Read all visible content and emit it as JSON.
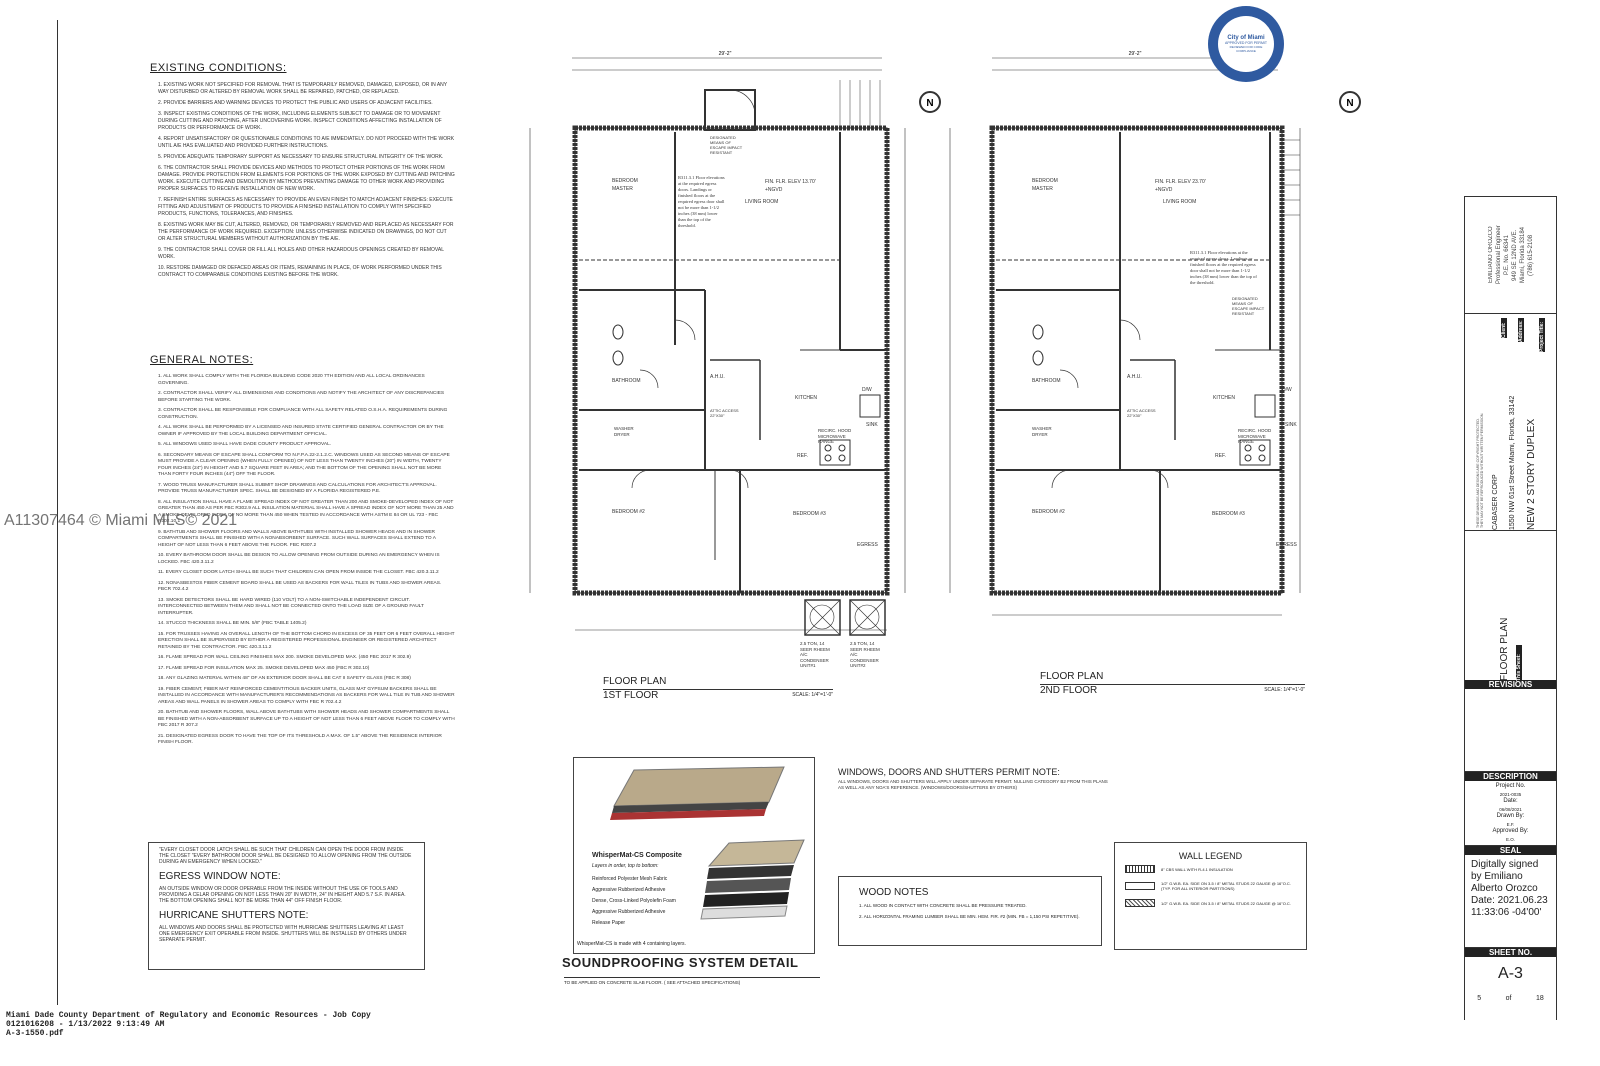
{
  "watermark": "A11307464 © Miami MLS© 2021",
  "existing_conditions": {
    "title": "EXISTING CONDITIONS:",
    "items": [
      "1. EXISTING WORK NOT SPECIFIED FOR REMOVAL THAT IS TEMPORARILY REMOVED, DAMAGED, EXPOSED, OR IN ANY WAY DISTURBED OR ALTERED BY REMOVAL WORK SHALL BE REPAIRED, PATCHED, OR REPLACED.",
      "2. PROVIDE BARRIERS AND WARNING DEVICES TO PROTECT THE PUBLIC AND USERS OF ADJACENT FACILITIES.",
      "3. INSPECT EXISTING CONDITIONS OF THE WORK, INCLUDING ELEMENTS SUBJECT TO DAMAGE OR TO MOVEMENT DURING CUTTING AND PATCHING, AFTER UNCOVERING WORK. INSPECT CONDITIONS AFFECTING INSTALLATION OF PRODUCTS OR PERFORMANCE OF WORK.",
      "4. REPORT UNSATISFACTORY OR QUESTIONABLE CONDITIONS TO A/E IMMEDIATELY. DO NOT PROCEED WITH THE WORK UNTIL A/E HAS EVALUATED AND PROVIDED FURTHER INSTRUCTIONS.",
      "5. PROVIDE ADEQUATE TEMPORARY SUPPORT AS NECESSARY TO ENSURE STRUCTURAL INTEGRITY OF THE WORK.",
      "6. THE CONTRACTOR SHALL PROVIDE DEVICES AND METHODS TO PROTECT OTHER PORTIONS OF THE WORK FROM DAMAGE. PROVIDE PROTECTION FROM ELEMENTS FOR PORTIONS OF THE WORK EXPOSED BY CUTTING AND PATCHING WORK. EXECUTE CUTTING AND DEMOLITION BY METHODS PREVENTING DAMAGE TO OTHER WORK AND PROVIDING PROPER SURFACES TO RECEIVE INSTALLATION OF NEW WORK.",
      "7. REFINISH ENTIRE SURFACES AS NECESSARY TO PROVIDE AN EVEN FINISH TO MATCH ADJACENT FINISHES: EXECUTE FITTING AND ADJUSTMENT OF PRODUCTS TO PROVIDE A FINISHED INSTALLATION TO COMPLY WITH SPECIFIED PRODUCTS, FUNCTIONS, TOLERANCES, AND FINISHES.",
      "8. EXISTING WORK MAY BE CUT, ALTERED, REMOVED, OR TEMPORARILY REMOVED AND REPLACED AS NECESSARY FOR THE PERFORMANCE OF WORK REQUIRED. EXCEPTION: UNLESS OTHERWISE INDICATED ON DRAWINGS, DO NOT CUT OR ALTER STRUCTURAL MEMBERS WITHOUT AUTHORIZATION BY THE A/E.",
      "9. THE CONTRACTOR SHALL COVER OR FILL ALL HOLES AND OTHER HAZARDOUS OPENINGS CREATED BY REMOVAL WORK.",
      "10. RESTORE DAMAGED OR DEFACED AREAS OR ITEMS, REMAINING IN PLACE, OF WORK PERFORMED UNDER THIS CONTRACT TO COMPARABLE CONDITIONS EXISTING BEFORE THE WORK."
    ]
  },
  "general_notes": {
    "title": "GENERAL NOTES:",
    "items": [
      "1. ALL WORK SHALL COMPLY WITH THE FLORIDA BUILDING CODE 2020 7TH EDITION AND ALL LOCAL ORDINANCES GOVERNING.",
      "2. CONTRACTOR SHALL VERIFY ALL DIMENSIONS AND CONDITIONS AND NOTIFY THE ARCHITECT OF ANY DISCREPANCIES BEFORE STARTING THE WORK.",
      "3. CONTRACTOR SHALL BE RESPONSIBLE FOR COMPLIANCE WITH ALL SAFETY RELATED O.S.H.A. REQUIREMENTS DURING CONSTRUCTION.",
      "4. ALL WORK SHALL BE PERFORMED BY A LICENSED AND INSURED STATE CERTIFIED GENERAL CONTRACTOR OR BY THE OWNER IF APPROVED BY THE LOCAL BUILDING DEPARTMENT OFFICIAL.",
      "5. ALL WINDOWS USED SHALL HAVE DADE COUNTY PRODUCT APPROVAL.",
      "6. SECONDARY MEANS OF ESCAPE SHALL CONFORM TO N.F.P.A.22-2.1.2.C. WINDOWS USED AS SECOND MEANS OF ESCAPE MUST PROVIDE A CLEAR OPENING (WHEN FULLY OPENED) OF NOT LESS THAN TWENTY INCHES (20\") IN WIDTH, TWENTY FOUR INCHES (24\") IN HEIGHT AND 5.7 SQUARE FEET IN AREA; AND THE BOTTOM OF THE OPENING SHALL NOT BE MORE THAN FORTY FOUR INCHES (44\") OFF THE FLOOR.",
      "7. WOOD TRUSS MANUFACTURER SHALL SUBMIT SHOP DRAWINGS AND CALCULATIONS FOR ARCHITECT'S APPROVAL. PROVIDE TRUSS MANUFACTURER SPEC. SHALL BE DESIGNED BY A FLORIDA REGISTERED P.E.",
      "8. ALL INSULATION SHALL HAVE A FLAME SPREAD INDEX OF NOT GREATER THAN 200 AND SMOKE-DEVELOPED INDEX OF NOT GREATER THAN 450 AS PER FBC R302.9 ALL INSULATION MATERIAL SHALL HAVE A SPREAD INDEX OF NOT MORE THAN 25 AND A SMOKE-DEVELOPED INDEX OF NO MORE THAN 450 WHEN TESTED IN ACCORDANCE WITH ASTM E 84 OR UL 723 - FBC R302.10.1",
      "9. BATHTUB AND SHOWER FLOORS AND WALLS ABOVE BATHTUBS WITH INSTALLED SHOWER HEADS AND IN SHOWER COMPARTMENTS SHALL BE FINISHED WITH A NONABSORBENT SURFACE. SUCH WALL SURFACES SHALL EXTEND TO A HEIGHT OF NOT LESS THAN 6 FEET ABOVE THE FLOOR. FBC R307.2",
      "10. EVERY BATHROOM DOOR SHALL BE DESIGN TO ALLOW OPENING FROM OUTSIDE DURING AN EMERGENCY WHEN IS LOCKED. FBC 420.3.11.2",
      "11. EVERY CLOSET DOOR LATCH SHALL BE SUCH THAT CHILDREN CAN OPEN FROM INSIDE THE CLOSET. FBC 420.3.11.2",
      "12. NONASBESTOS FIBER CEMENT BOARD SHALL BE USED AS BACKERS FOR WALL TILES IN TUBS AND SHOWER AREAS. FBCR 702.4.2",
      "13. SMOKE DETECTORS SHALL BE HARD WIRED (110 VOLT) TO A NON-SWITCHABLE INDEPENDENT CIRCUIT. INTERCONNECTED BETWEEN THEM AND SHALL NOT BE CONNECTED ONTO THE LOAD SIZE OF A GROUND FAULT INTERRUPTER.",
      "14. STUCCO THICKNESS SHALL BE MIN. 5/8\" (FBC TABLE 1405.2)",
      "15. FOR TRUSSES HAVING AN OVERALL LENGTH OF THE BOTTOM CHORD IN EXCESS OF 35 FEET OR 6 FEET OVERALL HEIGHT ERECTION SHALL BE SUPERVISED BY EITHER A REGISTERED PROFESSIONAL ENGINEER OR REGISTERED ARCHITECT RETAINED BY THE CONTRACTOR. FBC 420.3.11.2",
      "16. FLAME SPREAD FOR WALL CEILING FINISHES MAX 200. SMOKE DEVELOPED MAX. (450 FBC 2017 R 302.9)",
      "17. FLAME SPREAD FOR INSULATION MAX 25. SMOKE DEVELOPED MAX 450 (FBC R 302.10)",
      "18. ANY GLAZING MATERIAL WITHIN 48\" OF AN EXTERIOR DOOR SHALL BE CAT II SAFETY GLASS (FBC R 308)",
      "19. FIBER CEMENT, FIBER MAT REINFORCED CEMENTITIOUS BACKER UNITS, GLASS MAT GYPSUM BACKERS SHALL BE INSTALLED IN ACCORDANCE WITH MANUFACTURER'S RECOMMENDATIONS AS BACKERS FOR WALL TILE IN TUB AND SHOWER AREAS AND WALL PANELS IN SHOWER AREAS TO COMPLY WITH FBC R 702.4.2",
      "20. BATHTUB AND SHOWER FLOORS, WALL ABOVE BATHTUBS WITH SHOWER HEADS AND SHOWER COMPARTMENTS SHALL BE FINISHED WITH A NON-ABSORBENT SURFACE UP TO A HEIGHT OF NOT LESS THAN 6 FEET ABOVE FLOOR TO COMPLY WITH FBC 2017 R 307.2",
      "21. DESIGNATED EGRESS DOOR TO HAVE THE TOP OF ITS THRESHOLD A MAX. OF 1.5\" ABOVE THE RESIDENCE INTERIOR FINISH FLOOR."
    ]
  },
  "egress_box": {
    "closet_note": "\"EVERY CLOSET DOOR LATCH SHALL BE SUCH THAT CHILDREN CAN OPEN THE DOOR FROM INSIDE THE CLOSET \"EVERY BATHROOM DOOR SHALL BE DESIGNED TO ALLOW OPENING FROM THE OUTSIDE DURING AN EMERGENCY WHEN LOCKED.\"",
    "egress_title": "EGRESS WINDOW NOTE:",
    "egress_text": "AN OUTSIDE WINDOW OR DOOR OPERABLE FROM THE INSIDE WITHOUT THE USE OF TOOLS AND PROVIDING A CELAR OPENING ON NOT LESS THAN 20\" IN WIDTH, 24\" IN HEIGHT AND 5.7 S.F. IN AREA. THE BOTTOM OPENING SHALL NOT BE MORE THAN 44\" OFF FINISH FLOOR.",
    "hurricane_title": "HURRICANE SHUTTERS NOTE:",
    "hurricane_text": "ALL WINDOWS AND DOORS SHALL BE PROTECTED WITH HURRICANE SHUTTERS LEAVING AT LEAST ONE EMERGENCY EXIT OPERABLE FROM INSIDE. SHUTTERS WILL BE INSTALLED BY OTHERS UNDER SEPARATE PERMIT."
  },
  "plans": {
    "first": {
      "title_1": "FLOOR PLAN",
      "title_2": "1ST FLOOR",
      "scale": "SCALE: 1/4\"=1'-0\"",
      "overall_width": "29'-2\"",
      "rooms": {
        "bedroom_master": "BEDROOM MASTER",
        "living": "LIVING ROOM",
        "bathroom": "BATHROOM",
        "kitchen": "KITCHEN",
        "washer": "WASHER DRYER",
        "bedroom2": "BEDROOM #2",
        "bedroom3": "BEDROOM #3",
        "egress": "EGRESS",
        "ahu": "A.H.U.",
        "ref": "REF.",
        "sink": "SINK",
        "dw": "D/W",
        "hood": "RECIRC. HOOD MICROWAVE RANGE",
        "attic": "ATTIC ACCESS 22\"X30\"",
        "designated": "DESIGNATED MEANS OF ESCAPE IMPACT RESISTANT",
        "fin_flr": "FIN. FLR. ELEV 13.70' +NGVD"
      },
      "r311_note": "R311.3.1 Floor elevations at the required egress doors. Landings or finished floors at the required egress door shall not be more than 1-1/2 inches (38 mm) lower than the top of the threshold.",
      "condenser_1": "2.5 TON, 14 SEER RHEEM A/C CONDENSER UNIT#1",
      "condenser_2": "2.5 TON, 14 SEER RHEEM A/C CONDENSER UNIT#2"
    },
    "second": {
      "title_1": "FLOOR PLAN",
      "title_2": "2ND FLOOR",
      "scale": "SCALE: 1/4\"=1'-0\"",
      "overall_width": "29'-2\"",
      "rooms": {
        "bedroom_master": "BEDROOM MASTER",
        "living": "LIVING ROOM",
        "bathroom": "BATHROOM",
        "kitchen": "KITCHEN",
        "washer": "WASHER DRYER",
        "bedroom2": "BEDROOM #2",
        "bedroom3": "BEDROOM #3",
        "egress": "EGRESS",
        "ahu": "A.H.U.",
        "ref": "REF.",
        "sink": "SINK",
        "dw": "D/W",
        "hood": "RECIRC. HOOD MICROWAVE RANGE",
        "attic": "ATTIC ACCESS 22\"X30\"",
        "designated": "DESIGNATED MEANS OF ESCAPE IMPACT RESISTANT",
        "fin_flr": "FIN. FLR. ELEV 23.70' +NGVD"
      },
      "r311_note": "R311.3.1 Floor elevations at the required egress doors. Landings or finished floors at the required egress door shall not be more than 1-1/2 inches (38 mm) lower than the top of the threshold."
    }
  },
  "soundproofing": {
    "product": "WhisperMat-CS Composite",
    "layers_heading": "Layers in order, top to bottom:",
    "layers": [
      "Reinforced Polyester Mesh Fabric",
      "Aggressive Rubberized Adhesive",
      "Dense, Cross-Linked Polyolefin Foam",
      "Aggressive Rubberized Adhesive",
      "Release Paper"
    ],
    "caption": "WhisperMat-CS is made with 4 containing layers.",
    "title": "SOUNDPROOFING SYSTEM DETAIL",
    "subtitle": "TO BE APPLIED ON CONCRETE SLAB FLOOR. ( SEE ATTACHED SPECIFICATIONS)"
  },
  "permit_note": {
    "title": "WINDOWS, DOORS AND SHUTTERS PERMIT NOTE:",
    "text": "ALL WINDOWS, DOORS AND SHUTTERS WILL APPLY UNDER SEPARATE PERMIT. NULLING CATEGORY B2 FROM THIS PLANS AS WELL AS ANY NOA'S REFERENCE. (WINDOWS/DOORS/SHUTTERS BY OTHERS)"
  },
  "wood_notes": {
    "title": "WOOD NOTES",
    "items": [
      "1. ALL WOOD IN CONTACT WITH CONCRETE SHALL BE PRESSURE TREATED.",
      "2. ALL HORIZONTAL FRAMING LUMBER SHALL BE MIN. HEM. FIR. #2 (MIN. FB = 1,150 PSI REPETITIVE)."
    ]
  },
  "wall_legend": {
    "title": "WALL LEGEND",
    "items": [
      "8\" CBS WALL WITH R-4.1 INSULATION",
      "1/2\" G.W.B. EA. SIDE ON 3-5 / 8\" METAL STUDS 22 GAUGE @ 16\"O.C. (TYP. FOR ALL INTERIOR PARTITIONS)",
      "1/2\" G.W.B. EA. SIDE ON 3-5 / 8\" METAL STUDS 22 GAUGE @ 16\"O.C."
    ]
  },
  "stamp": {
    "ring_text": "APPROVED FOR PERMIT",
    "center": "City of Miami",
    "bottom": "REVIEWED FOR CODE COMPLIANCE"
  },
  "title_block": {
    "engineer": [
      "EMILIANO OROZCO",
      "Professional Engineer",
      "P.E. No. 66341",
      "949 SE 12ND AVE.",
      "Miami, Florida 33184",
      "(786) 615-2108"
    ],
    "project_title_label": "Project Title:",
    "project_title": "NEW 2 STORY DUPLEX",
    "address_label": "Address:",
    "address": "1550 NW 61st Street Miami, Florida, 33142",
    "client_label": "Client:",
    "client": "CABASER CORP",
    "copyright": "THESE DRAWINGS AND DESIGNS ARE COPYRIGHT PROTECTED. THEY MAY NOT BE REPRODUCED WITHOUT WRITTEN PERMISSION.",
    "sheet_label": "This Sheet:",
    "sheet_title": "FLOOR PLAN",
    "revisions": "REVISIONS",
    "description": "DESCRIPTION",
    "project_no_label": "Project No.",
    "project_no": "2021-0035",
    "date_label": "Date:",
    "date": "06/08/2021",
    "drawn_label": "Drawn By:",
    "drawn": "E.F.",
    "approved_label": "Approved By:",
    "approved": "E.O.",
    "seal": "SEAL",
    "signature": [
      "Digitally signed",
      "by Emiliano",
      "Alberto Orozco",
      "Date: 2021.06.23",
      "11:33:06 -04'00'"
    ],
    "sheet_no_label": "SHEET NO.",
    "sheet_no": "A-3",
    "page": "5",
    "of": "of",
    "total": "18"
  },
  "footer": {
    "line1": "Miami Dade County Department of Regulatory and Economic Resources - Job Copy",
    "line2": "0121016208 - 1/13/2022 9:13:49 AM",
    "line3": "A-3-1550.pdf"
  }
}
